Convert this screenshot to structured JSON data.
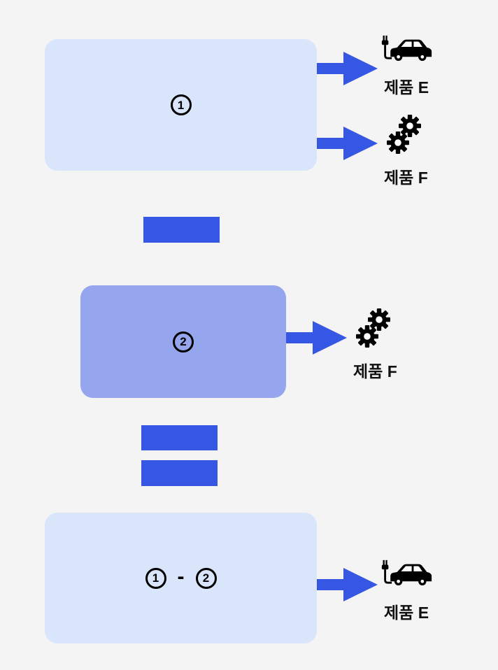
{
  "colors": {
    "accent": "#3657e3",
    "box_light": "#d9e5fb",
    "box_mid": "#95a6ef",
    "background": "#f4f4f4"
  },
  "boxes": {
    "box1": {
      "label": "1"
    },
    "box2": {
      "label": "2"
    },
    "box3": {
      "left_label": "1",
      "operator": "-",
      "right_label": "2"
    }
  },
  "outputs": {
    "box1_top": {
      "icon": "electric-car-icon",
      "label": "제품 E"
    },
    "box1_bottom": {
      "icon": "gears-icon",
      "label": "제품 F"
    },
    "box2": {
      "icon": "gears-icon",
      "label": "제품 F"
    },
    "box3": {
      "icon": "electric-car-icon",
      "label": "제품 E"
    }
  },
  "operators": {
    "between_1_2": "minus",
    "between_2_3": "equals"
  }
}
